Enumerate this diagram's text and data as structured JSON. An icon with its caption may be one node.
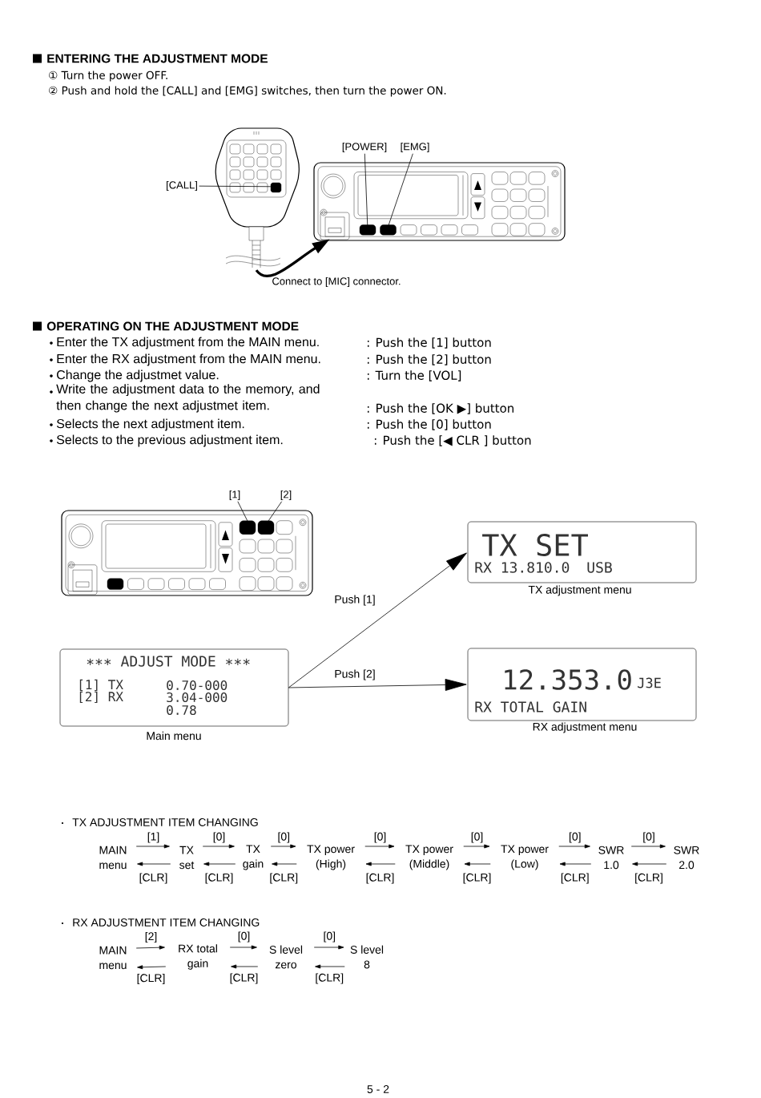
{
  "diagram": {
    "nodes": [
      {
        "text": [
          "[CALL]"
        ]
      },
      {
        "text": [
          "[POWER]"
        ]
      },
      {
        "text": [
          "[EMG]"
        ]
      },
      {
        "text": [],
        "shape": "picture"
      },
      {
        "text": [],
        "shape": "picture"
      },
      {
        "text": [
          "[1]"
        ]
      },
      {
        "text": [
          "[2]"
        ]
      },
      {
        "text": [],
        "shape": "picture"
      },
      {
        "text": [
          "∗∗∗ ADJUST MODE ∗∗∗",
          "[1] TX",
          "0.70-000",
          "[2] RX",
          "3.04-000",
          "0.78"
        ],
        "beside": [
          "Main menu"
        ]
      },
      {
        "text": [
          "TX SET",
          "RX 13.810.0",
          "USB"
        ],
        "beside": [
          "TX adjustment menu"
        ]
      },
      {
        "text": [
          "12.353.0",
          "J3E",
          "RX TOTAL GAIN"
        ],
        "beside": [
          "RX adjustment menu"
        ]
      },
      {
        "text": [
          "MAIN menu"
        ]
      },
      {
        "text": [
          "TX set"
        ]
      },
      {
        "text": [
          "TX gain"
        ]
      },
      {
        "text": [
          "TX power (High)"
        ]
      },
      {
        "text": [
          "TX power (Middle)"
        ]
      },
      {
        "text": [
          "TX power (Low)"
        ]
      },
      {
        "text": [
          "SWR 1.0"
        ]
      },
      {
        "text": [
          "SWR 2.0"
        ]
      },
      {
        "text": [
          "MAIN menu"
        ]
      },
      {
        "text": [
          "RX total gain"
        ]
      },
      {
        "text": [
          "S level zero"
        ]
      },
      {
        "text": [
          "S level 8"
        ]
      }
    ],
    "edges": [
      {
        "from": 0,
        "to": 3,
        "arrow": "none"
      },
      {
        "from": 1,
        "to": 4,
        "arrow": "none"
      },
      {
        "from": 2,
        "to": 4,
        "arrow": "none"
      },
      {
        "from": 3,
        "to": 4,
        "arrow": "to",
        "style": "thick"
      },
      {
        "from": 5,
        "to": 7,
        "arrow": "none"
      },
      {
        "from": 6,
        "to": 7,
        "arrow": "none"
      },
      {
        "from": 8,
        "to": 9,
        "arrow": "to",
        "label": "Push [1]"
      },
      {
        "from": 8,
        "to": 10,
        "arrow": "to",
        "label": "Push [2]"
      },
      {
        "from": 11,
        "to": 12,
        "arrow": "to",
        "label": "[1]"
      },
      {
        "from": 12,
        "to": 11,
        "arrow": "to",
        "label": "[CLR]"
      },
      {
        "from": 12,
        "to": 13,
        "arrow": "to",
        "label": "[0]"
      },
      {
        "from": 13,
        "to": 12,
        "arrow": "to",
        "label": "[CLR]"
      },
      {
        "from": 13,
        "to": 14,
        "arrow": "to",
        "label": "[0]"
      },
      {
        "from": 14,
        "to": 13,
        "arrow": "to",
        "label": "[CLR]"
      },
      {
        "from": 14,
        "to": 15,
        "arrow": "to",
        "label": "[0]"
      },
      {
        "from": 15,
        "to": 14,
        "arrow": "to",
        "label": "[CLR]"
      },
      {
        "from": 15,
        "to": 16,
        "arrow": "to",
        "label": "[0]"
      },
      {
        "from": 16,
        "to": 15,
        "arrow": "to",
        "label": "[CLR]"
      },
      {
        "from": 16,
        "to": 17,
        "arrow": "to",
        "label": "[0]"
      },
      {
        "from": 17,
        "to": 16,
        "arrow": "to",
        "label": "[CLR]"
      },
      {
        "from": 17,
        "to": 18,
        "arrow": "to",
        "label": "[0]"
      },
      {
        "from": 18,
        "to": 17,
        "arrow": "to",
        "label": "[CLR]"
      },
      {
        "from": 19,
        "to": 20,
        "arrow": "to",
        "label": "[2]"
      },
      {
        "from": 20,
        "to": 19,
        "arrow": "to",
        "label": "[CLR]"
      },
      {
        "from": 20,
        "to": 21,
        "arrow": "to",
        "label": "[0]"
      },
      {
        "from": 21,
        "to": 20,
        "arrow": "to",
        "label": "[CLR]"
      },
      {
        "from": 21,
        "to": 22,
        "arrow": "to",
        "label": "[0]"
      },
      {
        "from": 22,
        "to": 21,
        "arrow": "to",
        "label": "[CLR]"
      }
    ],
    "labels": [
      "ENTERING THE ADJUSTMENT MODE",
      "① Turn the power OFF.",
      "② Push and hold the [CALL] and [EMG] switches, then turn the power ON.",
      "Connect to [MIC] connector.",
      "OPERATING ON THE ADJUSTMENT MODE",
      "Enter the TX adjustment from the MAIN menu.",
      ": Push the [1] button",
      "Enter the RX adjustment from the MAIN menu.",
      ": Push the [2] button",
      "Change the adjustmet value.",
      ": Turn the [VOL]",
      "Write the adjustment data to the memory, and then change the next adjustmet item.",
      ": Push the [OK ▶] button",
      "Selects the next adjustment item.",
      ": Push the [0] button",
      "Selects to the previous adjustment item.",
      ": Push the [◀ CLR ] button",
      "TX ADJUSTMENT ITEM CHANGING",
      "RX ADJUSTMENT ITEM CHANGING",
      "5 - 2"
    ]
  }
}
